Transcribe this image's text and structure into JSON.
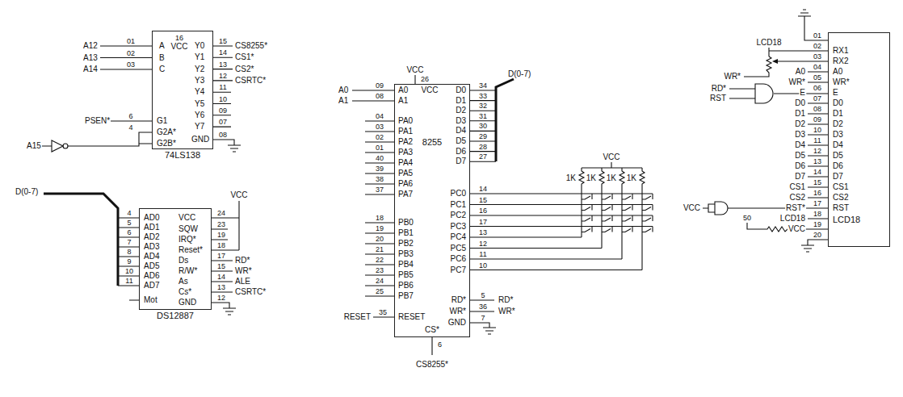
{
  "diagram": {
    "nodes": [
      {
        "text": [
          "74LS138"
        ]
      },
      {
        "text": [
          "8255"
        ]
      },
      {
        "text": [
          "DS12887"
        ]
      },
      {
        "text": [
          "LCD18"
        ]
      }
    ],
    "labels": [
      "A12",
      "A13",
      "A14",
      "01",
      "02",
      "03",
      "A",
      "B",
      "C",
      "16",
      "VCC",
      "Y0",
      "Y1",
      "Y2",
      "Y3",
      "Y4",
      "Y5",
      "Y6",
      "Y7",
      "15",
      "14",
      "13",
      "12",
      "11",
      "10",
      "09",
      "07",
      "CS8255*",
      "CS1*",
      "CS2*",
      "CSRTC*",
      "PSEN*",
      "6",
      "G1",
      "4",
      "G2A*",
      "A15",
      "G2B*",
      "GND",
      "08",
      "D(0-7)",
      "4",
      "5",
      "6",
      "7",
      "8",
      "9",
      "10",
      "11",
      "AD0",
      "AD1",
      "AD2",
      "AD3",
      "AD4",
      "AD5",
      "AD6",
      "AD7",
      "Mot",
      "VCC",
      "SQW",
      "IRQ*",
      "Reset*",
      "Ds",
      "R/W*",
      "As",
      "Cs*",
      "GND",
      "24",
      "23",
      "19",
      "18",
      "17",
      "15",
      "14",
      "13",
      "12",
      "RD*",
      "WR*",
      "ALE",
      "CSRTC*",
      "VCC",
      "VCC",
      "26",
      "A0",
      "A1",
      "09",
      "08",
      "A0",
      "A1",
      "VCC",
      "PA0",
      "PA1",
      "PA2",
      "PA3",
      "PA4",
      "PA5",
      "PA6",
      "PA7",
      "04",
      "03",
      "02",
      "01",
      "40",
      "39",
      "38",
      "37",
      "PB0",
      "PB1",
      "PB2",
      "PB3",
      "PB4",
      "PB5",
      "PB6",
      "PB7",
      "18",
      "19",
      "20",
      "21",
      "22",
      "23",
      "24",
      "25",
      "RESET",
      "35",
      "RESET",
      "D0",
      "D1",
      "D2",
      "D3",
      "D4",
      "D5",
      "D6",
      "D7",
      "34",
      "33",
      "32",
      "31",
      "30",
      "29",
      "28",
      "27",
      "D(0-7)",
      "PC0",
      "PC1",
      "PC2",
      "PC3",
      "PC4",
      "PC5",
      "PC6",
      "PC7",
      "14",
      "15",
      "16",
      "17",
      "13",
      "12",
      "11",
      "10",
      "RD*",
      "WR*",
      "5",
      "36",
      "RD*",
      "WR*",
      "GND",
      "7",
      "CS*",
      "6",
      "CS8255*",
      "VCC",
      "1K",
      "1K",
      "1K",
      "1K",
      "01",
      "02",
      "03",
      "04",
      "05",
      "06",
      "07",
      "08",
      "09",
      "10",
      "11",
      "12",
      "13",
      "14",
      "15",
      "16",
      "17",
      "18",
      "19",
      "20",
      "RX1",
      "RX2",
      "A0",
      "WR*",
      "E",
      "D0",
      "D1",
      "D2",
      "D3",
      "D4",
      "D5",
      "D6",
      "D7",
      "CS1",
      "CS2",
      "RST",
      "A0",
      "WR*",
      "E",
      "D0",
      "D1",
      "D2",
      "D3",
      "D4",
      "D5",
      "D6",
      "D7",
      "CS1",
      "CS2",
      "RST*",
      "LCD18",
      "VCC",
      "LCD18",
      "WR*",
      "RD*",
      "RST",
      "VCC",
      "50"
    ]
  }
}
